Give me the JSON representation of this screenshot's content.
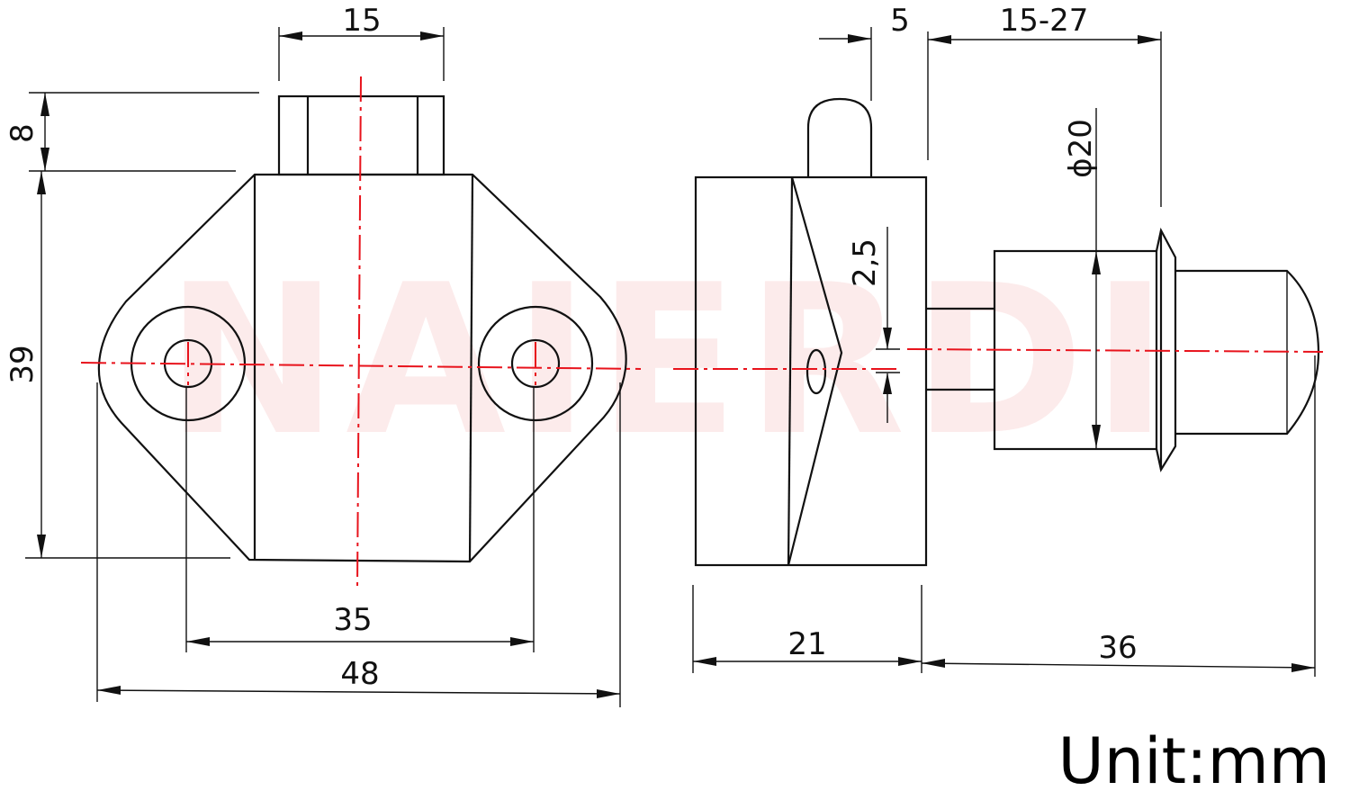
{
  "watermark": "NAIERDI",
  "unit_label": "Unit:mm",
  "dimensions": {
    "top_width": "15",
    "top_height": "8",
    "body_height": "39",
    "hole_spacing": "35",
    "overall_width": "48",
    "button_travel": "5",
    "panel_thickness": "15-27",
    "diameter": "ϕ20",
    "slot_width": "2,5",
    "body_depth": "21",
    "shaft_length": "36"
  },
  "colors": {
    "line": "#111111",
    "centerline": "#e8131c",
    "background": "#ffffff"
  }
}
